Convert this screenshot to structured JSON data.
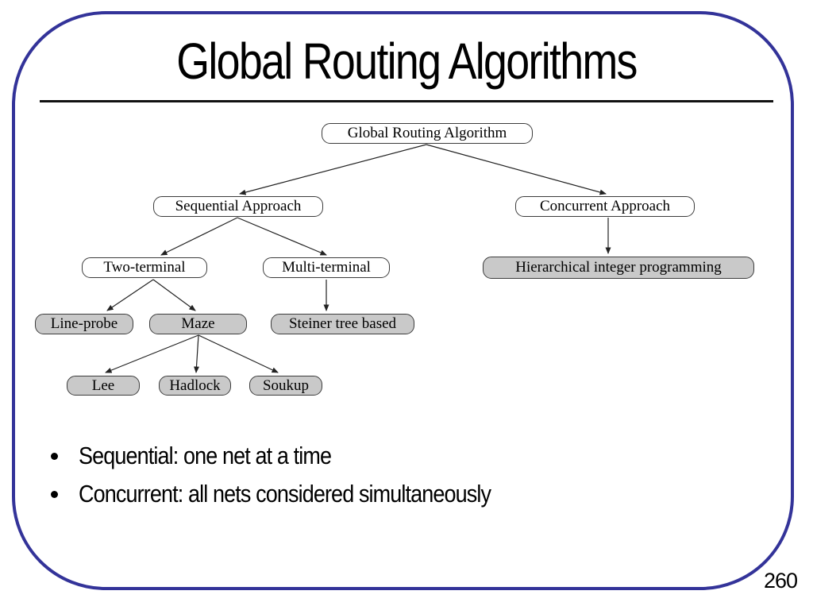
{
  "slide": {
    "title": "Global Routing Algorithms",
    "page_number": "260",
    "border_color": "#333399"
  },
  "diagram": {
    "nodes": {
      "root": "Global Routing Algorithm",
      "sequential": "Sequential Approach",
      "concurrent": "Concurrent Approach",
      "two_terminal": "Two-terminal",
      "multi_terminal": "Multi-terminal",
      "hierarchical": "Hierarchical integer programming",
      "line_probe": "Line-probe",
      "maze": "Maze",
      "steiner": "Steiner tree based",
      "lee": "Lee",
      "hadlock": "Hadlock",
      "soukup": "Soukup"
    }
  },
  "bullets": [
    {
      "text": "Sequential: one net at a time"
    },
    {
      "text": "Concurrent: all nets considered simultaneously"
    }
  ]
}
